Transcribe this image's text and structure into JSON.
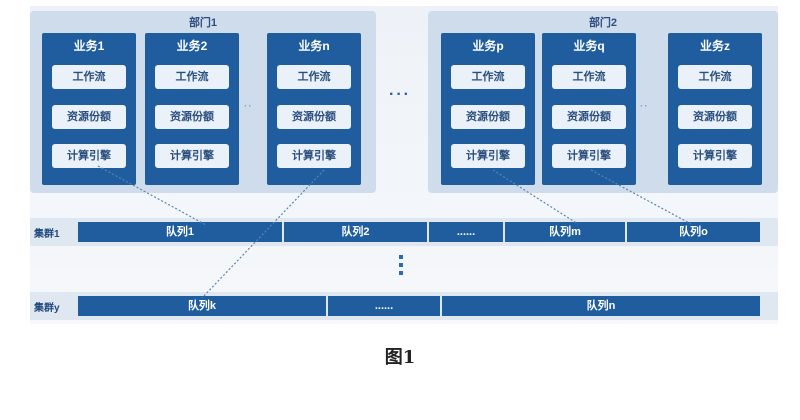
{
  "departments": [
    {
      "title": "部门1",
      "businesses": [
        {
          "title": "业务1",
          "items": [
            "工作流",
            "资源份额",
            "计算引擎"
          ]
        },
        {
          "title": "业务2",
          "items": [
            "工作流",
            "资源份额",
            "计算引擎"
          ]
        },
        {
          "title": "业务n",
          "items": [
            "工作流",
            "资源份额",
            "计算引擎"
          ]
        }
      ]
    },
    {
      "title": "部门2",
      "businesses": [
        {
          "title": "业务p",
          "items": [
            "工作流",
            "资源份额",
            "计算引擎"
          ]
        },
        {
          "title": "业务q",
          "items": [
            "工作流",
            "资源份额",
            "计算引擎"
          ]
        },
        {
          "title": "业务z",
          "items": [
            "工作流",
            "资源份额",
            "计算引擎"
          ]
        }
      ]
    }
  ],
  "ellipsis_small": "··",
  "ellipsis_between_departments": "···",
  "clusters": [
    {
      "label": "集群1",
      "queues": [
        "队列1",
        "队列2",
        "......",
        "队列m",
        "队列o"
      ]
    },
    {
      "label": "集群y",
      "queues": [
        "队列k",
        "......",
        "队列n"
      ]
    }
  ],
  "caption": "图1",
  "colors": {
    "business_block": "#1f5d9f",
    "department_panel": "#cfdcec",
    "item_chip": "#eaf1f8",
    "queue_bar": "#1f5d9f",
    "connector": "#5b83b5"
  }
}
